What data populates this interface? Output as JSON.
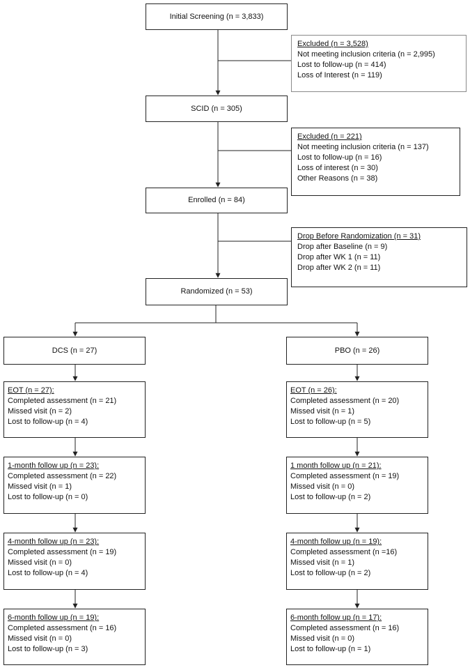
{
  "screening": {
    "label": "Initial Screening (n = 3,833)"
  },
  "excluded_1": {
    "title": "Excluded (n = 3,528)",
    "lines": [
      "Not meeting inclusion criteria (n = 2,995)",
      "Lost to follow-up (n = 414)",
      "Loss of Interest (n = 119)"
    ]
  },
  "scid": {
    "label": "SCID (n = 305)"
  },
  "excluded_2": {
    "title": "Excluded (n = 221)",
    "lines": [
      "Not meeting inclusion criteria (n = 137)",
      "Lost to follow-up (n = 16)",
      "Loss of interest (n = 30)",
      "Other Reasons (n = 38)"
    ]
  },
  "enrolled": {
    "label": "Enrolled (n = 84)"
  },
  "drop": {
    "title": "Drop Before Randomization (n = 31)",
    "lines": [
      "Drop after Baseline (n = 9)",
      "Drop after WK 1 (n = 11)",
      "Drop after WK 2 (n = 11)"
    ]
  },
  "randomized": {
    "label": "Randomized (n = 53)"
  },
  "dcs": {
    "label": "DCS (n = 27)",
    "stages": [
      {
        "title": "EOT (n = 27):",
        "lines": [
          "Completed assessment (n = 21)",
          "Missed visit (n = 2)",
          "Lost to follow-up (n = 4)"
        ]
      },
      {
        "title": "1-month follow up (n = 23):",
        "lines": [
          "Completed assessment (n = 22)",
          "Missed visit (n = 1)",
          "Lost to follow-up (n = 0)"
        ]
      },
      {
        "title": "4-month follow up (n = 23):",
        "lines": [
          "Completed assessment (n = 19)",
          "Missed visit (n = 0)",
          "Lost to follow-up (n = 4)"
        ]
      },
      {
        "title": "6-month follow up (n = 19):",
        "lines": [
          "Completed assessment (n = 16)",
          "Missed visit (n = 0)",
          "Lost to follow-up (n = 3)"
        ]
      }
    ]
  },
  "pbo": {
    "label": "PBO (n = 26)",
    "stages": [
      {
        "title": "EOT (n = 26):",
        "lines": [
          "Completed assessment (n = 20)",
          "Missed visit (n = 1)",
          "Lost to follow-up (n = 5)"
        ]
      },
      {
        "title": "1 month follow up (n = 21):",
        "lines": [
          "Completed assessment (n = 19)",
          "Missed visit (n = 0)",
          "Lost to follow-up (n = 2)"
        ]
      },
      {
        "title": "4-month follow up (n = 19):",
        "lines": [
          "Completed assessment (n =16)",
          "Missed visit (n = 1)",
          "Lost to follow-up (n = 2)"
        ]
      },
      {
        "title": "6-month follow up (n = 17):",
        "lines": [
          "Completed assessment (n = 16)",
          "Missed visit (n = 0)",
          "Lost to follow-up (n = 1)"
        ]
      }
    ]
  },
  "colors": {
    "line": "#222222",
    "box_border": "#222222",
    "light_border": "#8a8a8a"
  }
}
